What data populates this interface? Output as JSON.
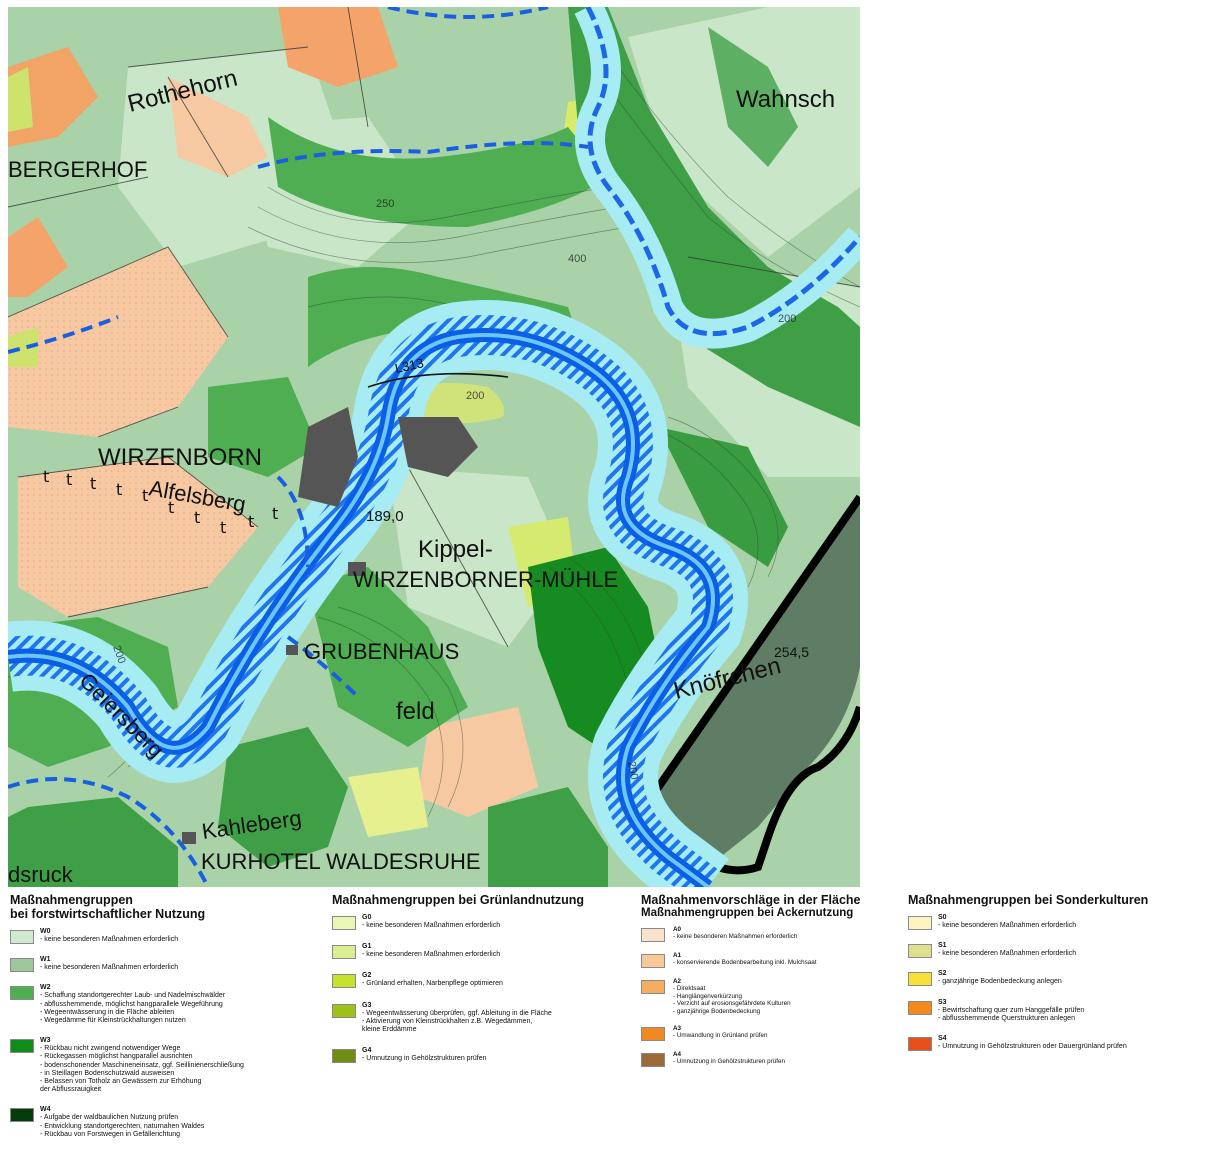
{
  "map": {
    "place_labels": {
      "rothehorn": "Rothehorn",
      "bergerhof": "BERGERHOF",
      "wahnsch": "Wahnsch",
      "wirzenborn": "WIRZENBORN",
      "alfelsberg": "Alfelsberg",
      "kippel": "Kippel-",
      "wirzenborner_muehle": "WIRZENBORNER-MÜHLE",
      "grubenhaus": "GRUBENHAUS",
      "geiersberg": "Geiersberg",
      "feld": "feld",
      "knoerrchen": "Knöfrchen",
      "kahleberg": "Kahleberg",
      "kurhotel": "KURHOTEL WALDESRUHE",
      "dsruck": "dsruck",
      "road": "L313",
      "elev_1890": "189,0",
      "elev_2545": "254,5",
      "contour_250": "250",
      "contour_200": "200",
      "contour_200b": "200",
      "contour_200c": "200",
      "contour_400": "400",
      "contour_200d": "200"
    },
    "colors": {
      "water": "#0b5fe6",
      "floodplain": "#9fe8ef",
      "w0": "#c9e6c8",
      "w1": "#9cc79b",
      "w2": "#4fae52",
      "w3": "#168b21",
      "arable": "#f7c9a2",
      "arable_a2": "#f6a868",
      "settlement": "#555555"
    }
  },
  "legend": {
    "forest": {
      "title_line1": "Maßnahmengruppen",
      "title_line2": "bei forstwirtschaftlicher Nutzung",
      "items": [
        {
          "code": "W0",
          "color": "#cfe9cf",
          "lines": [
            "- keine besonderen Maßnahmen erforderlich"
          ]
        },
        {
          "code": "W1",
          "color": "#9dc89d",
          "lines": [
            "- keine besonderen Maßnahmen erforderlich"
          ]
        },
        {
          "code": "W2",
          "color": "#4fae52",
          "lines": [
            "- Schaffung standortgerechter Laub- und Nadelmischwälder",
            "- abflusshemmende, möglichst hangparallele Wegeführung",
            "- Wegeentwässerung in die Fläche ableiten",
            "- Wegedämme für Kleinstrückhaltungen nutzen"
          ]
        },
        {
          "code": "W3",
          "color": "#0f8c1a",
          "lines": [
            "- Rückbau nicht zwingend notwendiger Wege",
            "- Rückegassen möglichst hangparallel ausrichten",
            "- bodenschonender Maschineneinsatz, ggf. Seillinienerschließung",
            "- in Steillagen Bodenschutzwald ausweisen",
            "- Belassen von Totholz an Gewässern zur Erhöhung",
            "  der Abflussrauigkeit"
          ]
        },
        {
          "code": "W4",
          "color": "#063b0c",
          "lines": [
            "- Aufgabe der waldbaulichen Nutzung prüfen",
            "- Entwicklung standortgerechten, naturnahen Waldes",
            "- Rückbau von Forstwegen in Gefällerichtung"
          ]
        }
      ]
    },
    "grassland": {
      "title": "Maßnahmengruppen bei Grünlandnutzung",
      "items": [
        {
          "code": "G0",
          "color": "#eaf7b4",
          "lines": [
            "- keine besonderen Maßnahmen erforderlich"
          ]
        },
        {
          "code": "G1",
          "color": "#d8ee90",
          "lines": [
            "- keine besonderen Maßnahmen erforderlich"
          ]
        },
        {
          "code": "G2",
          "color": "#c6e22e",
          "lines": [
            "- Grünland erhalten, Narbenpflege optimieren"
          ]
        },
        {
          "code": "G3",
          "color": "#9dc116",
          "lines": [
            "- Wegeentwässerung überprüfen, ggf. Ableitung in die Fläche",
            "- Aktivierung von Kleinstrückhalten z.B. Wegedämmen,",
            "  kleine Erddämme"
          ]
        },
        {
          "code": "G4",
          "color": "#6e8f13",
          "lines": [
            "- Umnutzung in Gehölzstrukturen prüfen"
          ]
        }
      ]
    },
    "arable": {
      "title": "Maßnahmenvorschläge in der Fläche",
      "subtitle": "Maßnahmengruppen bei Ackernutzung",
      "items": [
        {
          "code": "A0",
          "color": "#fbe2cc",
          "lines": [
            "- keine besonderen Maßnahmen erforderlich"
          ]
        },
        {
          "code": "A1",
          "color": "#f8c997",
          "lines": [
            "- konservierende Bodenbearbeitung inkl. Mulchsaat"
          ]
        },
        {
          "code": "A2",
          "color": "#f5ae5f",
          "lines": [
            "- Direktsaat",
            "- Hanglängenverkürzung",
            "- Verzicht auf erosionsgefährdete Kulturen",
            "- ganzjährige Bodenbedeckung"
          ]
        },
        {
          "code": "A3",
          "color": "#ef8a22",
          "lines": [
            "- Umwandlung in Grünland prüfen"
          ]
        },
        {
          "code": "A4",
          "color": "#9a6a3a",
          "lines": [
            "- Umnutzung in Gehölzstrukturen prüfen"
          ]
        }
      ]
    },
    "special": {
      "title": "Maßnahmengruppen bei Sonderkulturen",
      "items": [
        {
          "code": "S0",
          "color": "#fcf4c0",
          "lines": [
            "- keine besonderen Maßnahmen erforderlich"
          ]
        },
        {
          "code": "S1",
          "color": "#dfe08e",
          "lines": [
            "- keine besonderen Maßnahmen erforderlich"
          ]
        },
        {
          "code": "S2",
          "color": "#f7e03a",
          "lines": [
            "- ganzjährige Bodenbedeckung anlegen"
          ]
        },
        {
          "code": "S3",
          "color": "#f28a1c",
          "lines": [
            "- Bewirtschaftung quer zum Hanggefälle prüfen",
            "- abflusshemmende Querstrukturen anlegen"
          ]
        },
        {
          "code": "S4",
          "color": "#e8501a",
          "lines": [
            "- Umnutzung in Gehölzstrukturen oder Dauergrünland prüfen"
          ]
        }
      ]
    }
  }
}
